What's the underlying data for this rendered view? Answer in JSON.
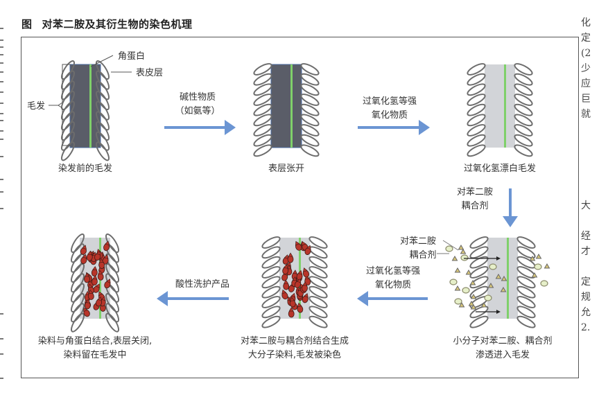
{
  "figure": {
    "label": "图",
    "title": "对苯二胺及其衍生物的染色机理"
  },
  "annotations": {
    "keratin": "角蛋白",
    "cuticle": "表皮层",
    "hair": "毛发",
    "ppd_label": "对苯二胺",
    "coupler_label": "耦合剂"
  },
  "panels": [
    {
      "id": "before-dye",
      "caption": [
        "染发前的毛发"
      ],
      "state": "closed-dark"
    },
    {
      "id": "cuticle-open",
      "caption": [
        "表层张开"
      ],
      "state": "open-dark"
    },
    {
      "id": "bleached",
      "caption": [
        "过氧化氢漂白毛发"
      ],
      "state": "open-light"
    },
    {
      "id": "penetrate",
      "caption": [
        "小分子对苯二胺、耦合剂",
        "渗透进入毛发"
      ],
      "state": "open-light-particles"
    },
    {
      "id": "dye-formed",
      "caption": [
        "对苯二胺与耦合剂结合生成",
        "大分子染料,毛发被染色"
      ],
      "state": "open-light-dye"
    },
    {
      "id": "dye-locked",
      "caption": [
        "染料与角蛋白结合,表层关闭,",
        "染料留在毛发中"
      ],
      "state": "closed-light-dye"
    }
  ],
  "arrows": [
    {
      "id": "alkaline",
      "direction": "right",
      "label": [
        "碱性物质",
        "（如氨等）"
      ]
    },
    {
      "id": "oxidant-1",
      "direction": "right",
      "label": [
        "过氧化氢等强",
        "氧化物质"
      ]
    },
    {
      "id": "ppd-coupler",
      "direction": "down",
      "label": [
        "对苯二胺",
        "耦合剂"
      ]
    },
    {
      "id": "oxidant-2",
      "direction": "left",
      "label": [
        "过氧化氢等强",
        "氧化物质"
      ]
    },
    {
      "id": "acid-care",
      "direction": "left",
      "label": [
        "酸性洗护产品"
      ]
    }
  ],
  "colors": {
    "arrow": "#6b95d3",
    "cortex_dark": "#5a5d68",
    "cortex_light": "#d2d4d8",
    "medulla": "#7fd06a",
    "scale_stroke": "#6d6d6d",
    "dye": "#b8352a",
    "particle_fill": "#e6efc9",
    "particle_stroke": "#8a8a6a"
  },
  "side_text": {
    "right": [
      "化",
      "定",
      "(2",
      "少",
      "应",
      "巨",
      "就",
      "",
      "",
      "",
      "",
      "",
      "大",
      "",
      "经",
      "才",
      "",
      "定",
      "规",
      "允",
      "2."
    ]
  }
}
